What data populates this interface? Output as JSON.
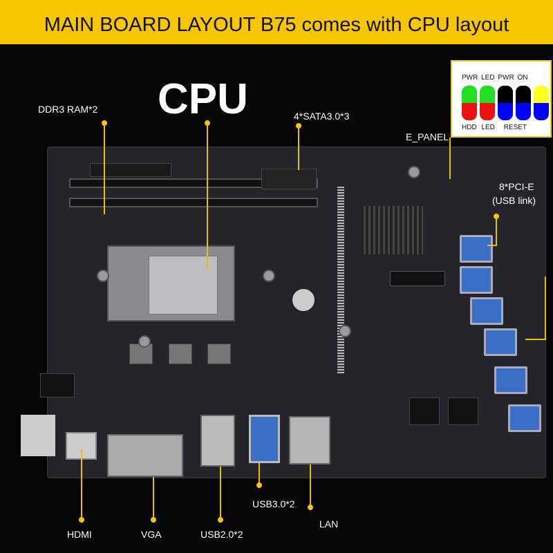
{
  "banner": {
    "title": "MAIN BOARD LAYOUT B75 comes with CPU layout"
  },
  "labels": {
    "cpu": "CPU",
    "ddr3": "DDR3 RAM*2",
    "sata": "4*SATA3.0*3",
    "e_panel": "E_PANEL",
    "pcie_1": "8*PCI-E",
    "pcie_2": "(USB link)",
    "hdmi": "HDMI",
    "vga": "VGA",
    "usb2": "USB2.0*2",
    "usb3": "USB3.0*2",
    "lan": "LAN"
  },
  "panel_legend": {
    "top": [
      "PWR",
      "LED",
      "PWR",
      "ON"
    ],
    "bottom": [
      "HDD",
      "LED",
      "RESET"
    ],
    "colors": {
      "green": "#22dd22",
      "red": "#ee1111",
      "black": "#000000",
      "blue": "#0000ff",
      "yellow": "#ffff22"
    }
  },
  "colors": {
    "accent": "#f7c600",
    "usb_blue": "#3a6fc8"
  }
}
